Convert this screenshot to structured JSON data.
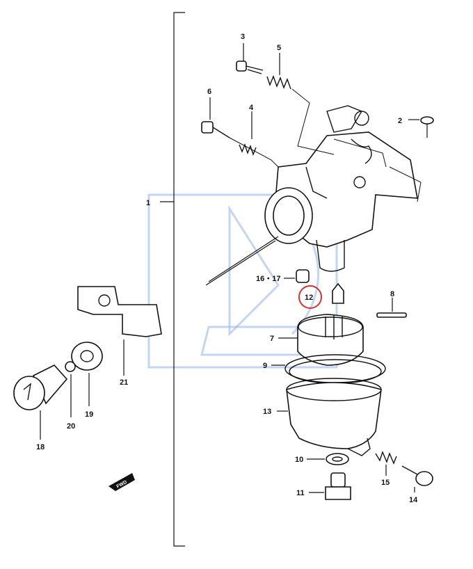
{
  "diagram": {
    "callouts": [
      {
        "id": "c1",
        "text": "1"
      },
      {
        "id": "c2",
        "text": "2"
      },
      {
        "id": "c3",
        "text": "3"
      },
      {
        "id": "c4",
        "text": "4"
      },
      {
        "id": "c5",
        "text": "5"
      },
      {
        "id": "c6",
        "text": "6"
      },
      {
        "id": "c7",
        "text": "7"
      },
      {
        "id": "c8",
        "text": "8"
      },
      {
        "id": "c9",
        "text": "9"
      },
      {
        "id": "c10",
        "text": "10"
      },
      {
        "id": "c11",
        "text": "11"
      },
      {
        "id": "c12",
        "text": "12"
      },
      {
        "id": "c13",
        "text": "13"
      },
      {
        "id": "c14",
        "text": "14"
      },
      {
        "id": "c15",
        "text": "15"
      },
      {
        "id": "c16_17",
        "text": "16・17"
      },
      {
        "id": "c18",
        "text": "18"
      },
      {
        "id": "c19",
        "text": "19"
      },
      {
        "id": "c20",
        "text": "20"
      },
      {
        "id": "c21",
        "text": "21"
      }
    ],
    "direction_marker": "FWD",
    "highlight_color": "#d9302c",
    "watermark_color": "#8fb3ee"
  }
}
